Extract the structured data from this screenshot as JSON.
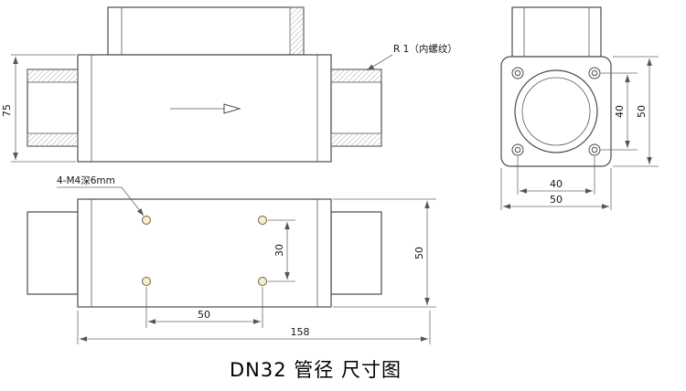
{
  "caption": "DN32 管径 尺寸图",
  "side_view": {
    "height_dim": "75",
    "thread_note": "R 1（内螺纹）"
  },
  "plan_view": {
    "holes_note": "4-M4深6mm",
    "hole_pitch_vertical": "30",
    "hole_pitch_horizontal": "50",
    "body_width": "50",
    "overall_length": "158"
  },
  "end_view": {
    "hole_pitch_vertical": "40",
    "overall_height": "50",
    "hole_pitch_horizontal": "40",
    "overall_width": "50"
  }
}
